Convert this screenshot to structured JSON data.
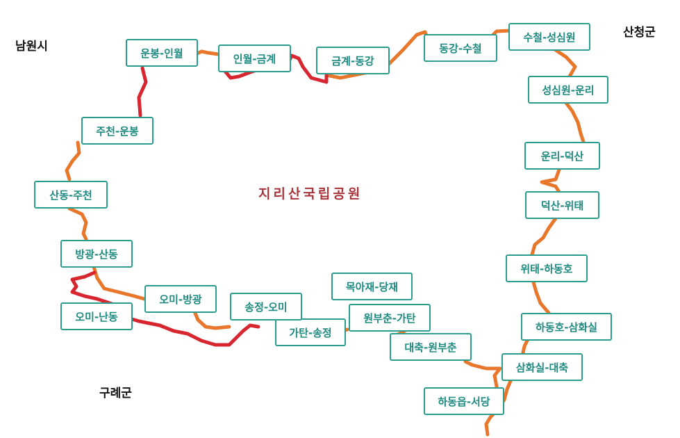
{
  "regions": {
    "namwon": "남원시",
    "sancheong": "산청군",
    "gurye": "구례군"
  },
  "park_name": "지리산국립공원",
  "sections": [
    {
      "id": "unbong-inwol",
      "label": "운봉-인월"
    },
    {
      "id": "inwol-geumgye",
      "label": "인월-금계"
    },
    {
      "id": "geumgye-donggang",
      "label": "금계-동강"
    },
    {
      "id": "donggang-sucheol",
      "label": "동강-수철"
    },
    {
      "id": "sucheol-seongsimwon",
      "label": "수철-성심원"
    },
    {
      "id": "seongsimwon-unri",
      "label": "성심원-운리"
    },
    {
      "id": "unri-deoksan",
      "label": "운리-덕산"
    },
    {
      "id": "deoksan-witae",
      "label": "덕산-위태"
    },
    {
      "id": "witae-hadongho",
      "label": "위태-하동호"
    },
    {
      "id": "hadongho-samhwasil",
      "label": "하동호-삼화실"
    },
    {
      "id": "samhwasil-daechuk",
      "label": "삼화실-대축"
    },
    {
      "id": "hadongeup-seodang",
      "label": "하동읍-서당"
    },
    {
      "id": "daechuk-wonbuchun",
      "label": "대축-원부춘"
    },
    {
      "id": "wonbuchun-gatan",
      "label": "원부춘-가탄"
    },
    {
      "id": "mokajae-dangjae",
      "label": "목아재-당재"
    },
    {
      "id": "gatan-songjeong",
      "label": "가탄-송정"
    },
    {
      "id": "songjeong-omi",
      "label": "송정-오미"
    },
    {
      "id": "omi-banggwang",
      "label": "오미-방광"
    },
    {
      "id": "omi-nando",
      "label": "오미-난동"
    },
    {
      "id": "banggwang-sandong",
      "label": "방광-산동"
    },
    {
      "id": "sandong-jucheon",
      "label": "산동-주천"
    },
    {
      "id": "jucheon-unbong",
      "label": "주천-운봉"
    }
  ],
  "colors": {
    "route_orange": "#e8762b",
    "route_red": "#d7262f",
    "label_border": "#2a9d8f",
    "label_text": "#1e8a80",
    "park_text": "#a8343a"
  }
}
